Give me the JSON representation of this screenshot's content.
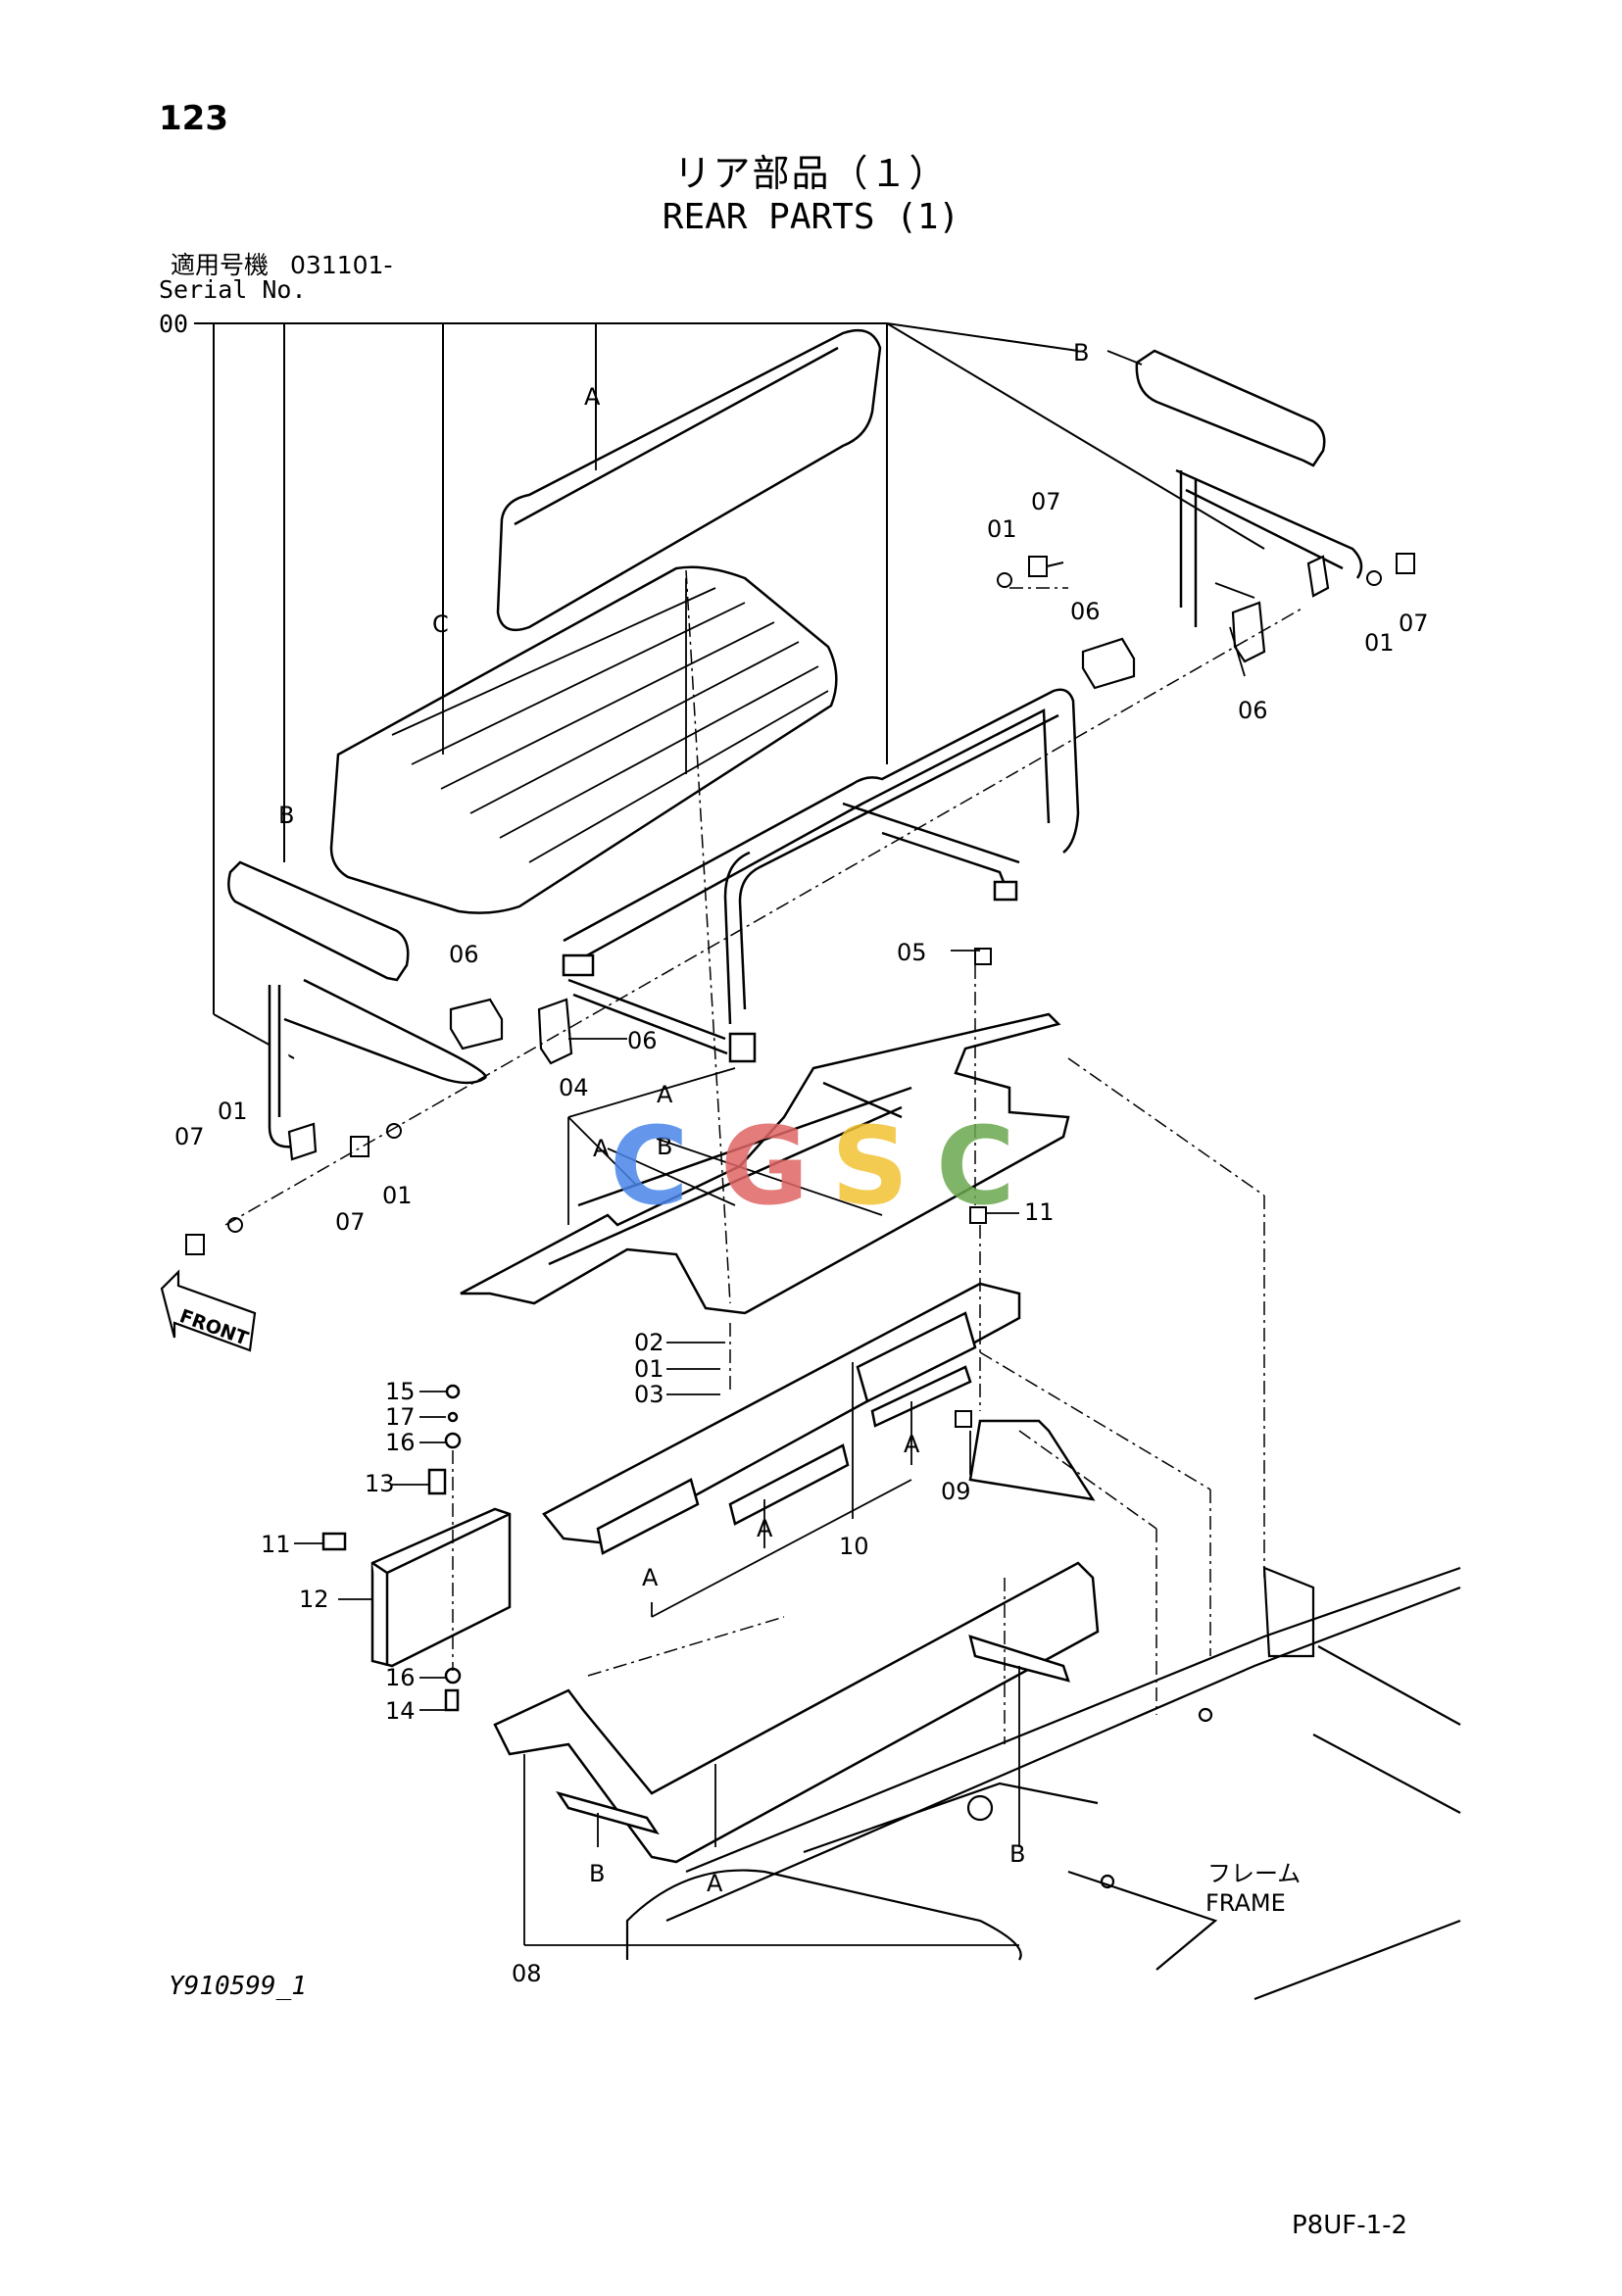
{
  "page": {
    "number": "123",
    "title_jp": "リア部品（１）",
    "title_en": "REAR PARTS (1)",
    "serial_label_jp": "適用号機",
    "serial_range": "031101-",
    "serial_label_en": "Serial No.",
    "serial_code": "00",
    "diagram_code": "Y910599_1",
    "page_ref": "P8UF-1-2"
  },
  "watermark": {
    "letters": [
      "C",
      "G",
      "S",
      "C"
    ],
    "colors": [
      "#4a86e8",
      "#e06666",
      "#f1c232",
      "#6aa84f"
    ]
  },
  "callouts": {
    "a1": "A",
    "b1": "B",
    "c1": "C",
    "b2": "B",
    "p01a": "01",
    "p07a": "07",
    "p06a": "06",
    "p01b": "01",
    "p07b": "07",
    "p06b": "06",
    "p06c": "06",
    "p06d": "06",
    "p07c": "07",
    "p01c": "01",
    "p07d": "07",
    "p01d": "01",
    "p05": "05",
    "p04": "04",
    "a2": "A",
    "a3": "A",
    "b3": "B",
    "p11a": "11",
    "p02": "02",
    "p01e": "01",
    "p03": "03",
    "p15": "15",
    "p17": "17",
    "p16a": "16",
    "p13": "13",
    "p11b": "11",
    "p12": "12",
    "p16b": "16",
    "p14": "14",
    "a4": "A",
    "a5": "A",
    "a6": "A",
    "p10": "10",
    "p09": "09",
    "b4": "B",
    "a7": "A",
    "b5": "B",
    "p08": "08"
  },
  "labels": {
    "front": "FRONT",
    "frame_jp": "フレーム",
    "frame_en": "FRAME"
  }
}
